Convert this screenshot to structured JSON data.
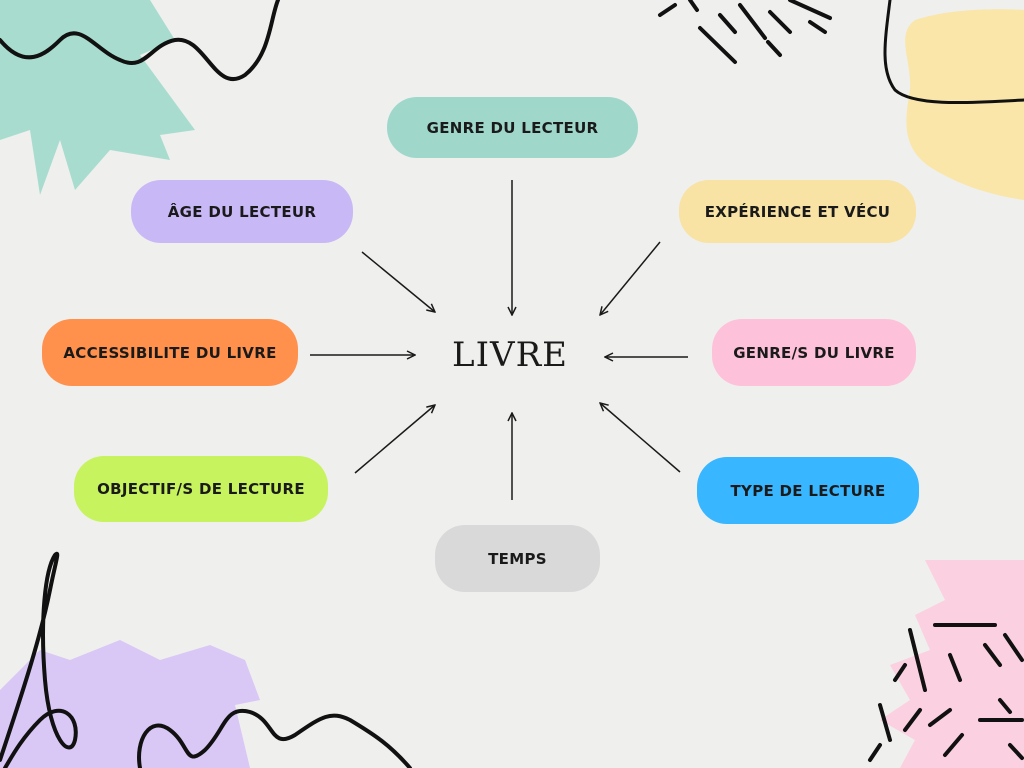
{
  "diagram": {
    "center": {
      "label": "LIVRE"
    },
    "nodes": [
      {
        "id": "genre-lecteur",
        "label": "GENRE DU LECTEUR",
        "color": "#9fd8cb"
      },
      {
        "id": "age-lecteur",
        "label": "ÂGE DU LECTEUR",
        "color": "#c9b8f6"
      },
      {
        "id": "experience",
        "label": "EXPÉRIENCE ET VÉCU",
        "color": "#f8e2a4"
      },
      {
        "id": "accessibilite",
        "label": "ACCESSIBILITE DU LIVRE",
        "color": "#ff914d"
      },
      {
        "id": "genres-livre",
        "label": "GENRE/S DU LIVRE",
        "color": "#fdc2d9"
      },
      {
        "id": "objectifs",
        "label": "OBJECTIF/S DE LECTURE",
        "color": "#c6f35e"
      },
      {
        "id": "type-lecture",
        "label": "TYPE DE LECTURE",
        "color": "#38b6ff"
      },
      {
        "id": "temps",
        "label": "TEMPS",
        "color": "#d9d9d9"
      }
    ]
  },
  "decor": {
    "teal": "#a8dccf",
    "yellow": "#fae6a8",
    "lilac": "#d9c7f6",
    "pink": "#fbd0e0",
    "ink": "#111111"
  }
}
